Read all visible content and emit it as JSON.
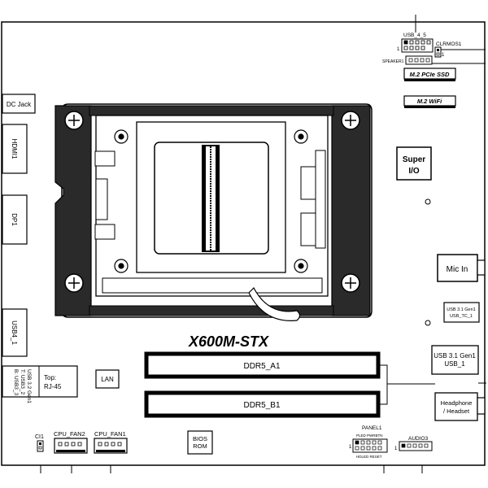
{
  "model": "X600M-STX",
  "top": {
    "usb45": "USB_4_5",
    "clrmos": "CLRMOS1",
    "pin1_usb": "1",
    "pin1_clr": "1",
    "speaker": "SPEAKER1",
    "m2_ssd": "M.2 PCIe SSD",
    "m2_wifi": "M.2 WiFi"
  },
  "left": {
    "dc_jack": "DC Jack",
    "hdmi": "HDMI1",
    "dp": "DP1",
    "usb4": "USB4_1",
    "usb32_line1": "USB 3.2 Gen1",
    "usb32_line2": "T: USB3_2",
    "usb32_line3": "B: USB3_3",
    "rj45_line1": "Top:",
    "rj45_line2": "RJ-45"
  },
  "center": {
    "super_io_line1": "Super",
    "super_io_line2": "I/O",
    "lan": "LAN",
    "ddr_a1": "DDR5_A1",
    "ddr_b1": "DDR5_B1",
    "bios_line1": "BIOS",
    "bios_line2": "ROM"
  },
  "right": {
    "mic_in": "Mic In",
    "usb31_tc_line1": "USB 3.1 Gen1",
    "usb31_tc_line2": "USB_TC_1",
    "usb31_line1": "USB 3.1 Gen1",
    "usb31_line2": "USB_1",
    "headphone_line1": "Headphone",
    "headphone_line2": "/ Headset"
  },
  "bottom": {
    "ci": "CI1",
    "cpu_fan2": "CPU_FAN2",
    "cpu_fan1": "CPU_FAN1",
    "panel": "PANEL1",
    "panel_top_pins": "PLED PWRBTN",
    "panel_bottom_pins": "HDLED RESET",
    "panel_pin1": "1",
    "audio": "AUDIO3",
    "audio_pin1": "1"
  }
}
